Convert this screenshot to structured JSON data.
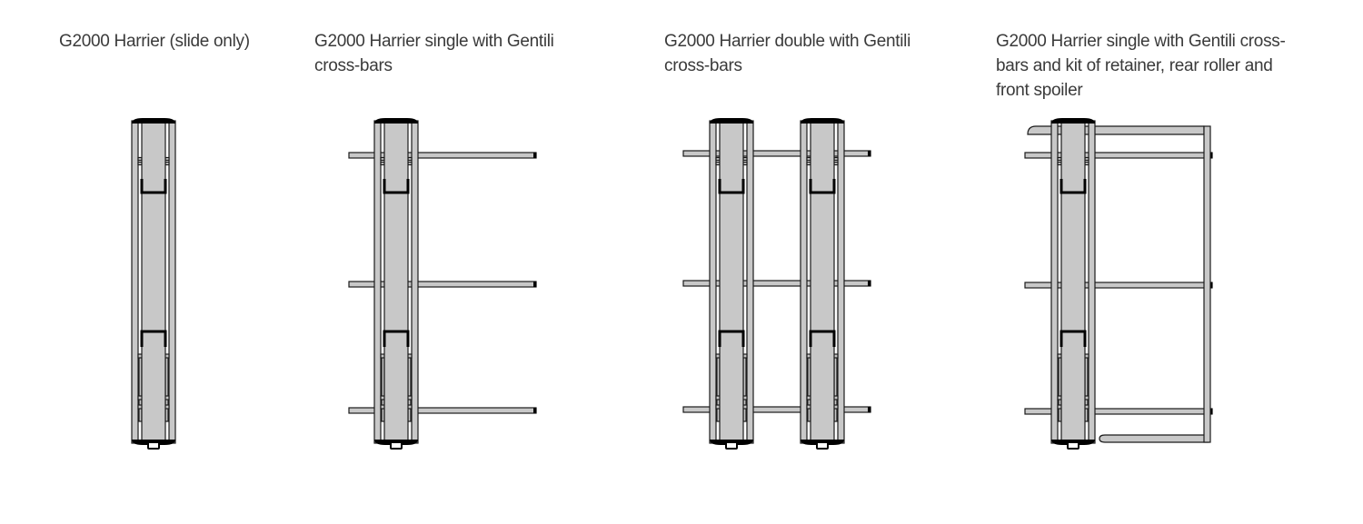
{
  "captions": [
    "G2000 Harrier (slide only)",
    "G2000 Harrier single with Gentili cross-bars",
    "G2000 Harrier double with Gentili cross-bars",
    "G2000 Harrier single with Gentili cross-bars and kit of retainer, rear roller and front spoiler"
  ],
  "colors": {
    "fill": "#c8c8c8",
    "stroke": "#1a1a1a",
    "handle": "#000000",
    "background": "#ffffff"
  }
}
